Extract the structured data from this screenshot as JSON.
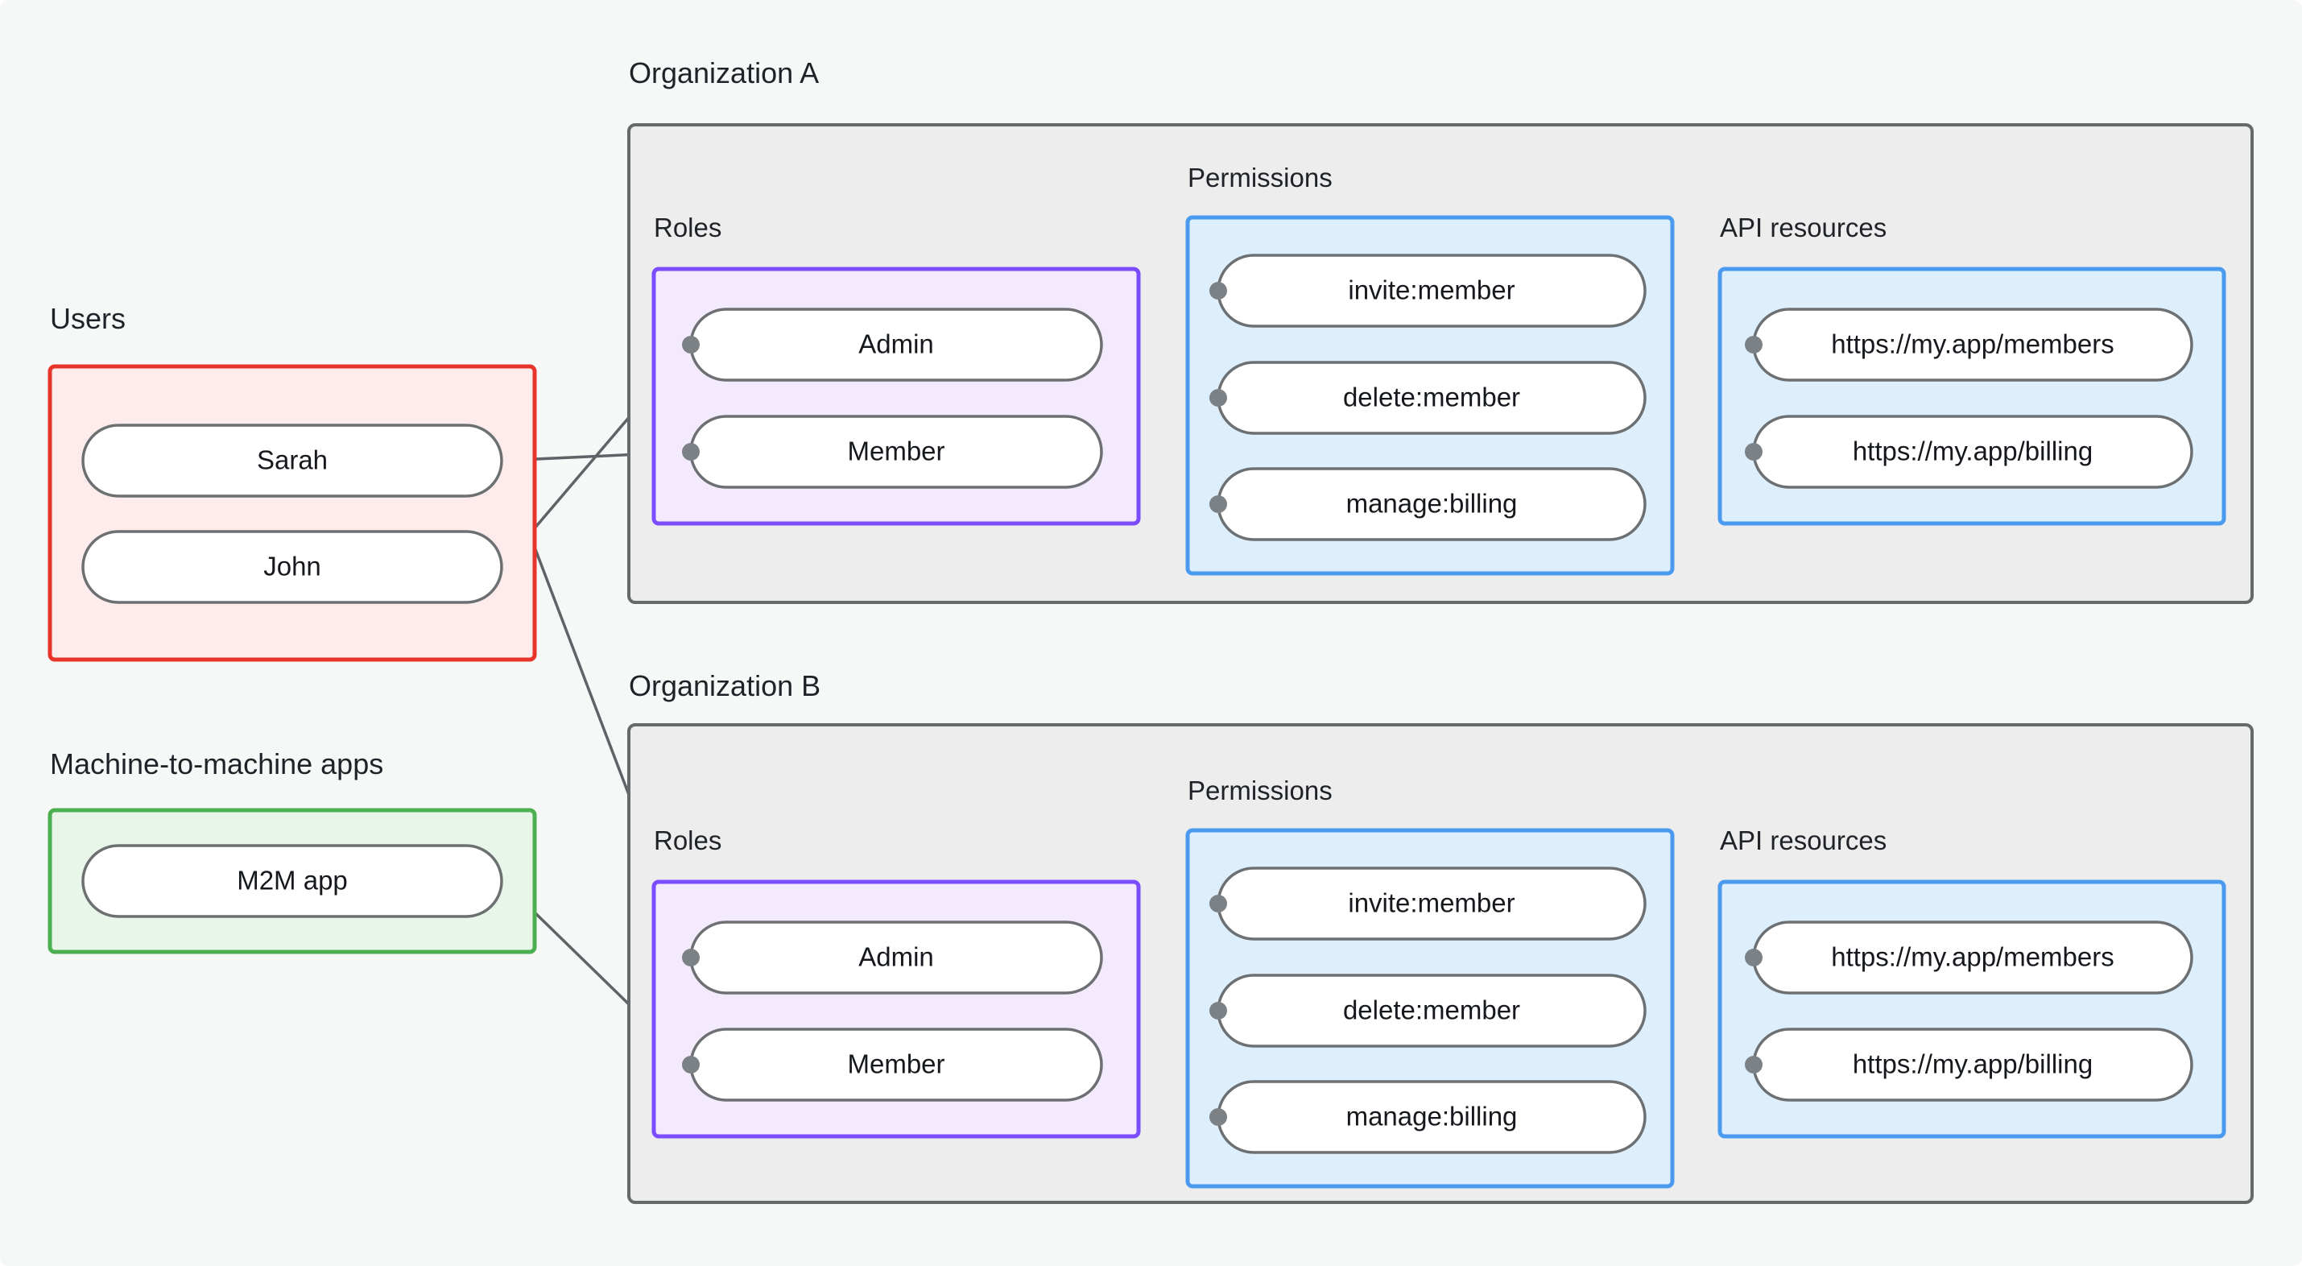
{
  "diagram": {
    "title_groups": {
      "users": "Users",
      "m2m": "Machine-to-machine apps",
      "org_a": "Organization A",
      "org_b": "Organization B"
    },
    "sub_labels": {
      "roles": "Roles",
      "permissions": "Permissions",
      "api_resources": "API resources"
    },
    "users": [
      {
        "label": "Sarah"
      },
      {
        "label": "John"
      }
    ],
    "m2m_apps": [
      {
        "label": "M2M app"
      }
    ],
    "organizations": [
      {
        "name": "Organization A",
        "roles": [
          {
            "label": "Admin"
          },
          {
            "label": "Member"
          }
        ],
        "permissions": [
          {
            "label": "invite:member"
          },
          {
            "label": "delete:member"
          },
          {
            "label": "manage:billing"
          }
        ],
        "api_resources": [
          {
            "label": "https://my.app/members"
          },
          {
            "label": "https://my.app/billing"
          }
        ]
      },
      {
        "name": "Organization B",
        "roles": [
          {
            "label": "Admin"
          },
          {
            "label": "Member"
          }
        ],
        "permissions": [
          {
            "label": "invite:member"
          },
          {
            "label": "delete:member"
          },
          {
            "label": "manage:billing"
          }
        ],
        "api_resources": [
          {
            "label": "https://my.app/members"
          },
          {
            "label": "https://my.app/billing"
          }
        ]
      }
    ],
    "colors": {
      "background": "#f6f8f7",
      "users_border": "#e8342a",
      "users_fill": "#fdeceb",
      "m2m_border": "#4caf50",
      "m2m_fill": "#e8f5e9",
      "roles_border": "#7c4dff",
      "roles_fill": "#f3eafd",
      "permissions_border": "#4a9bf0",
      "permissions_fill": "#ddeefc",
      "api_border": "#4a9bf0",
      "api_fill": "#ddeefc",
      "org_border": "#656b6b",
      "org_fill": "#ecedec",
      "node_border": "#6d7072",
      "node_fill": "#ffffff",
      "edge": "#5f6367"
    }
  }
}
